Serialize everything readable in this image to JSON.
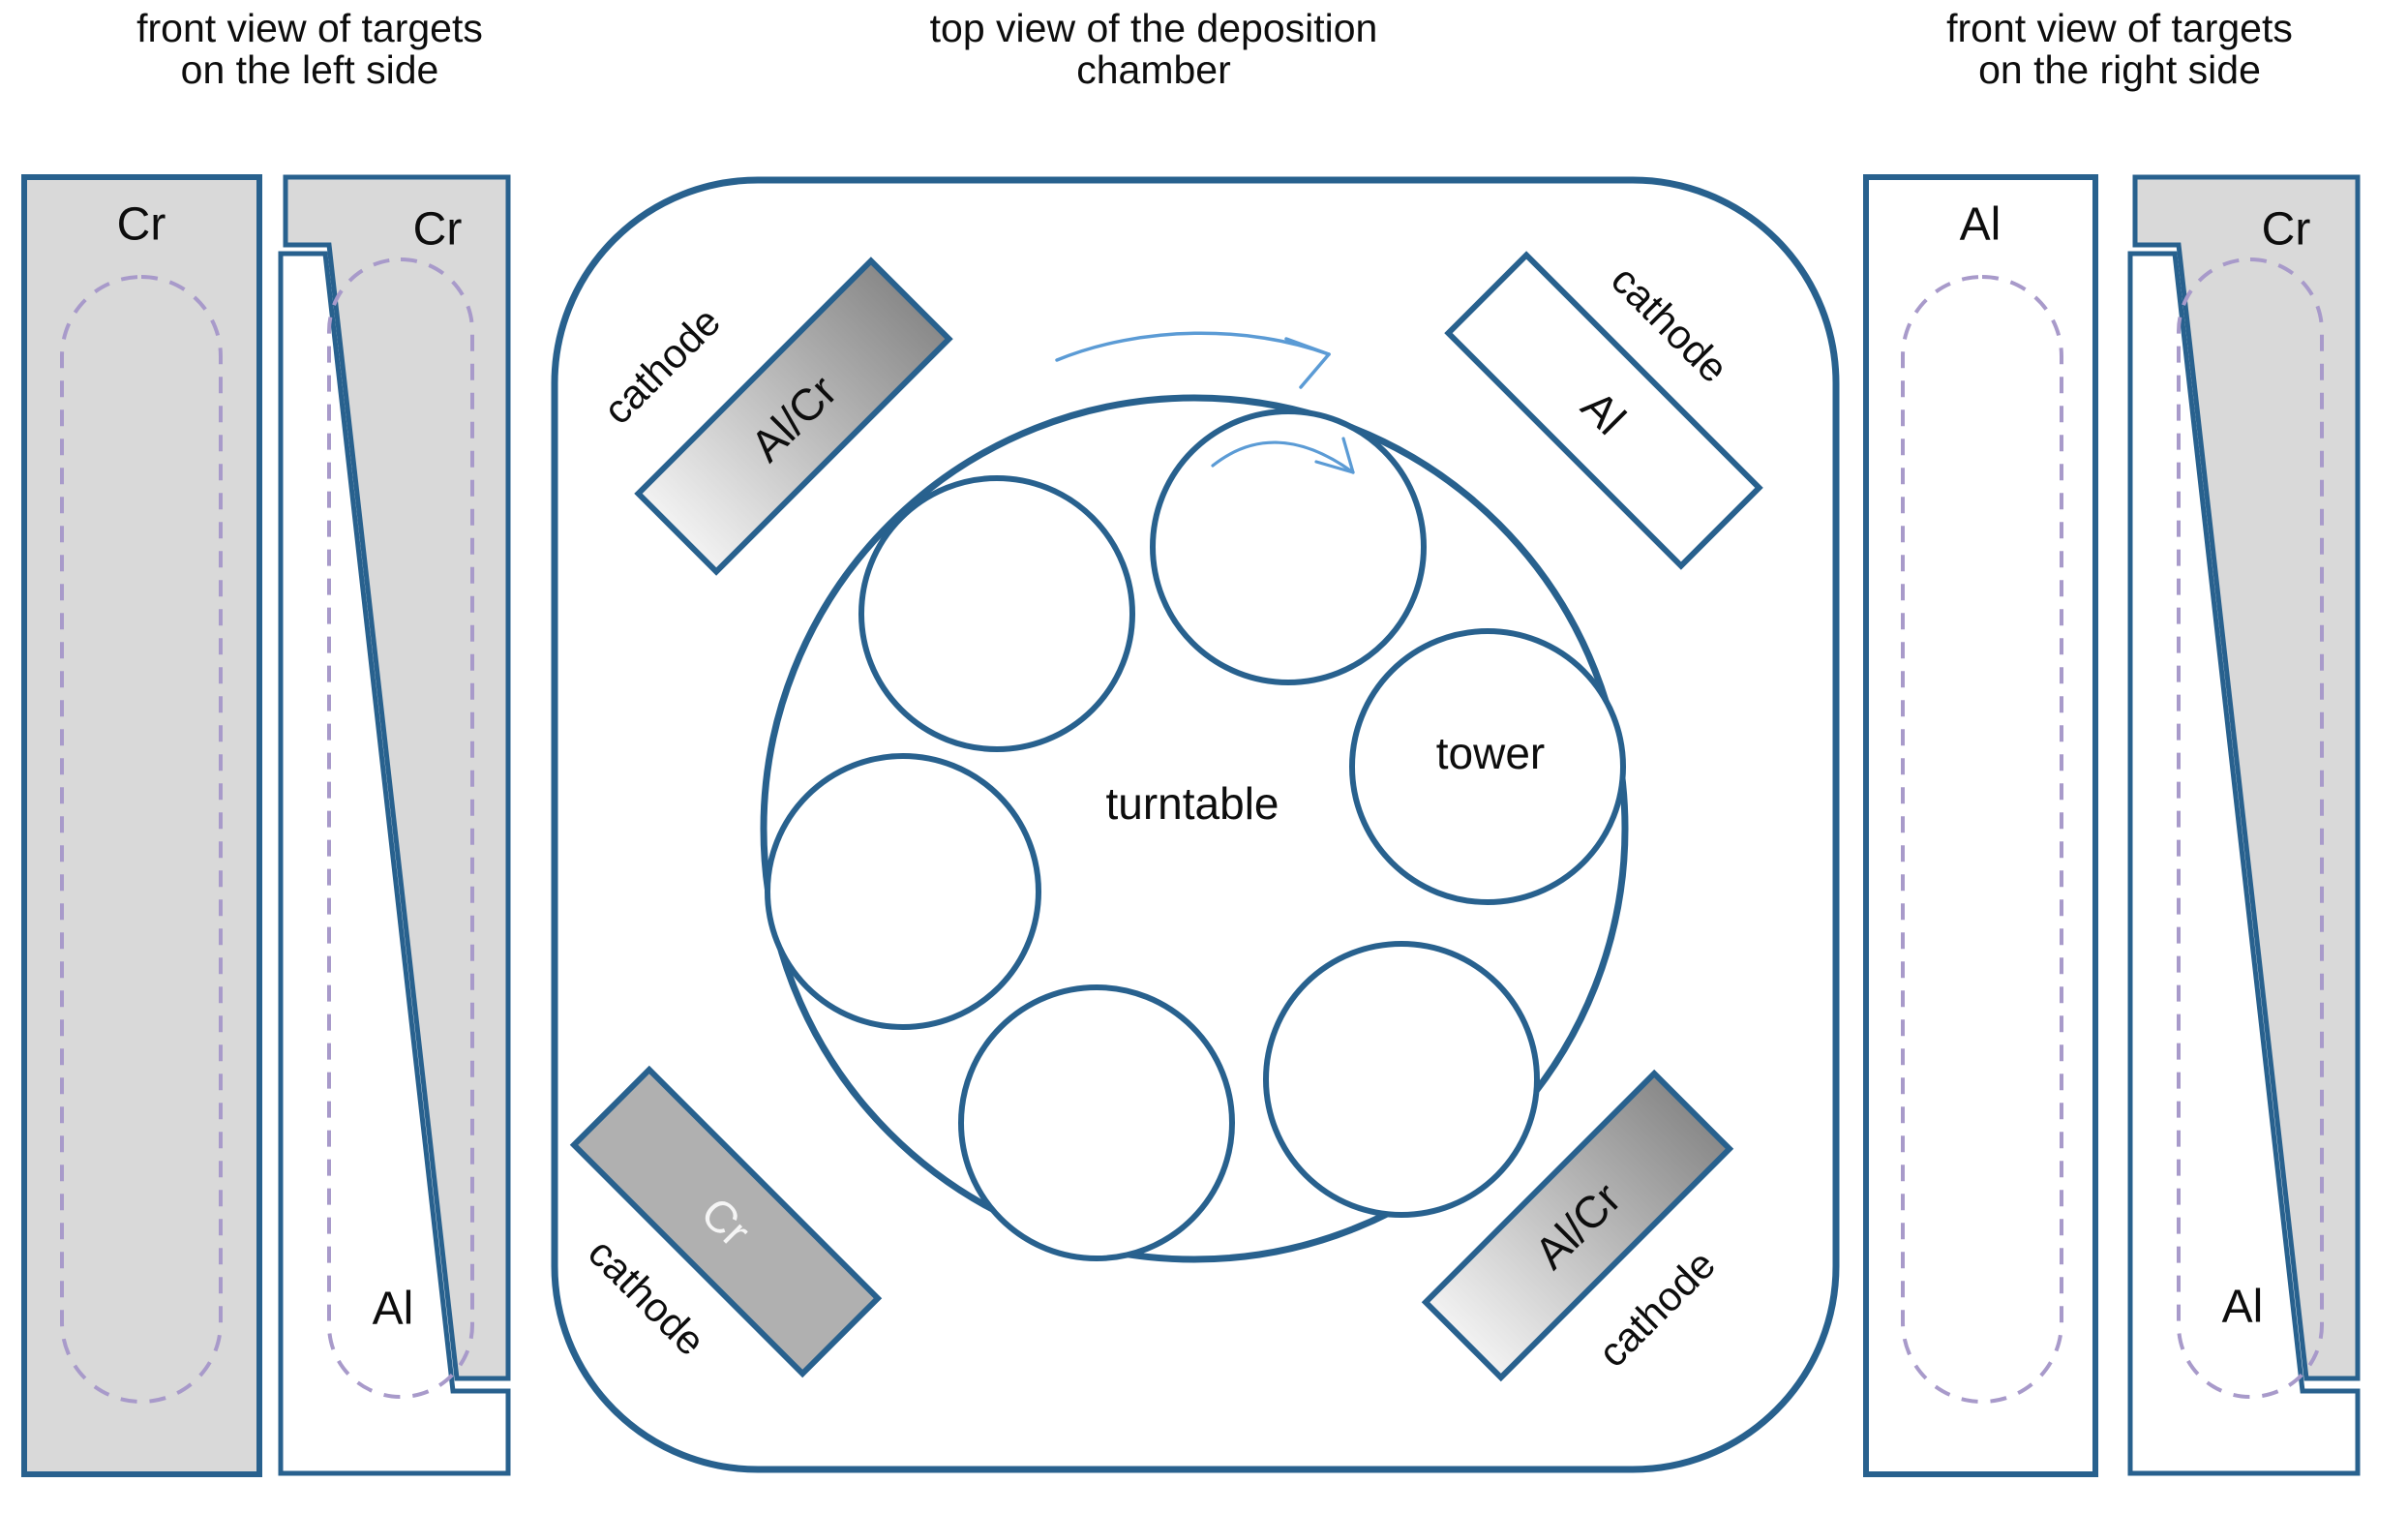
{
  "titles": {
    "left": {
      "line1": "front view of targets",
      "line2": "on the left side"
    },
    "center": {
      "line1": "top view of the deposition",
      "line2": "chamber"
    },
    "right": {
      "line1": "front view of targets",
      "line2": "on the right side"
    }
  },
  "left_panel": {
    "target_cr": {
      "label": "Cr"
    },
    "target_cral": {
      "top_label": "Cr",
      "bottom_label": "Al"
    }
  },
  "right_panel": {
    "target_al": {
      "label": "Al"
    },
    "target_cral": {
      "top_label": "Cr",
      "bottom_label": "Al"
    }
  },
  "chamber": {
    "turntable_label": "turntable",
    "tower_label": "tower",
    "cathodes": {
      "top_left": {
        "label": "Al/Cr",
        "caption": "cathode"
      },
      "top_right": {
        "label": "Al",
        "caption": "cathode"
      },
      "bottom_left": {
        "label": "Cr",
        "caption": "cathode"
      },
      "bottom_right": {
        "label": "Al/Cr",
        "caption": "cathode"
      }
    }
  },
  "colors": {
    "outline_blue": "#28618e",
    "arrow_light_blue": "#5b9bd5",
    "erosion_track_purple": "#a89aca",
    "target_gray": "#d9d9d9",
    "cathode_gray": "#b0b0b0",
    "cathode_gradient_light": "#f2f2f2",
    "cathode_gradient_dark": "#898989"
  }
}
